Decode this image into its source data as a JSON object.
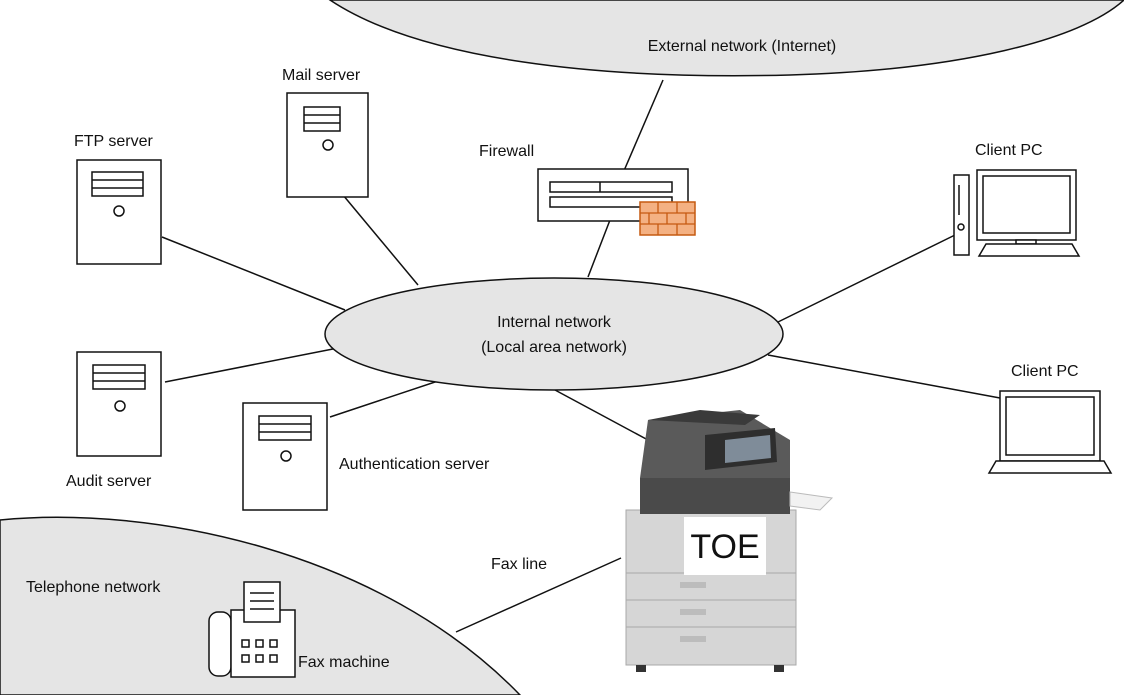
{
  "networks": {
    "external": "External network (Internet)",
    "internal_line1": "Internal network",
    "internal_line2": "(Local area network)",
    "telephone": "Telephone network"
  },
  "nodes": {
    "mail_server": "Mail server",
    "ftp_server": "FTP server",
    "firewall": "Firewall",
    "client_pc_desktop": "Client PC",
    "client_pc_laptop": "Client PC",
    "audit_server": "Audit server",
    "authentication_server": "Authentication server",
    "toe": "TOE",
    "fax_line": "Fax line",
    "fax_machine": "Fax machine"
  },
  "colors": {
    "network_fill": "#e5e5e5",
    "brick_fill": "#f4b183",
    "brick_stroke": "#c55a11",
    "line": "#111111"
  }
}
